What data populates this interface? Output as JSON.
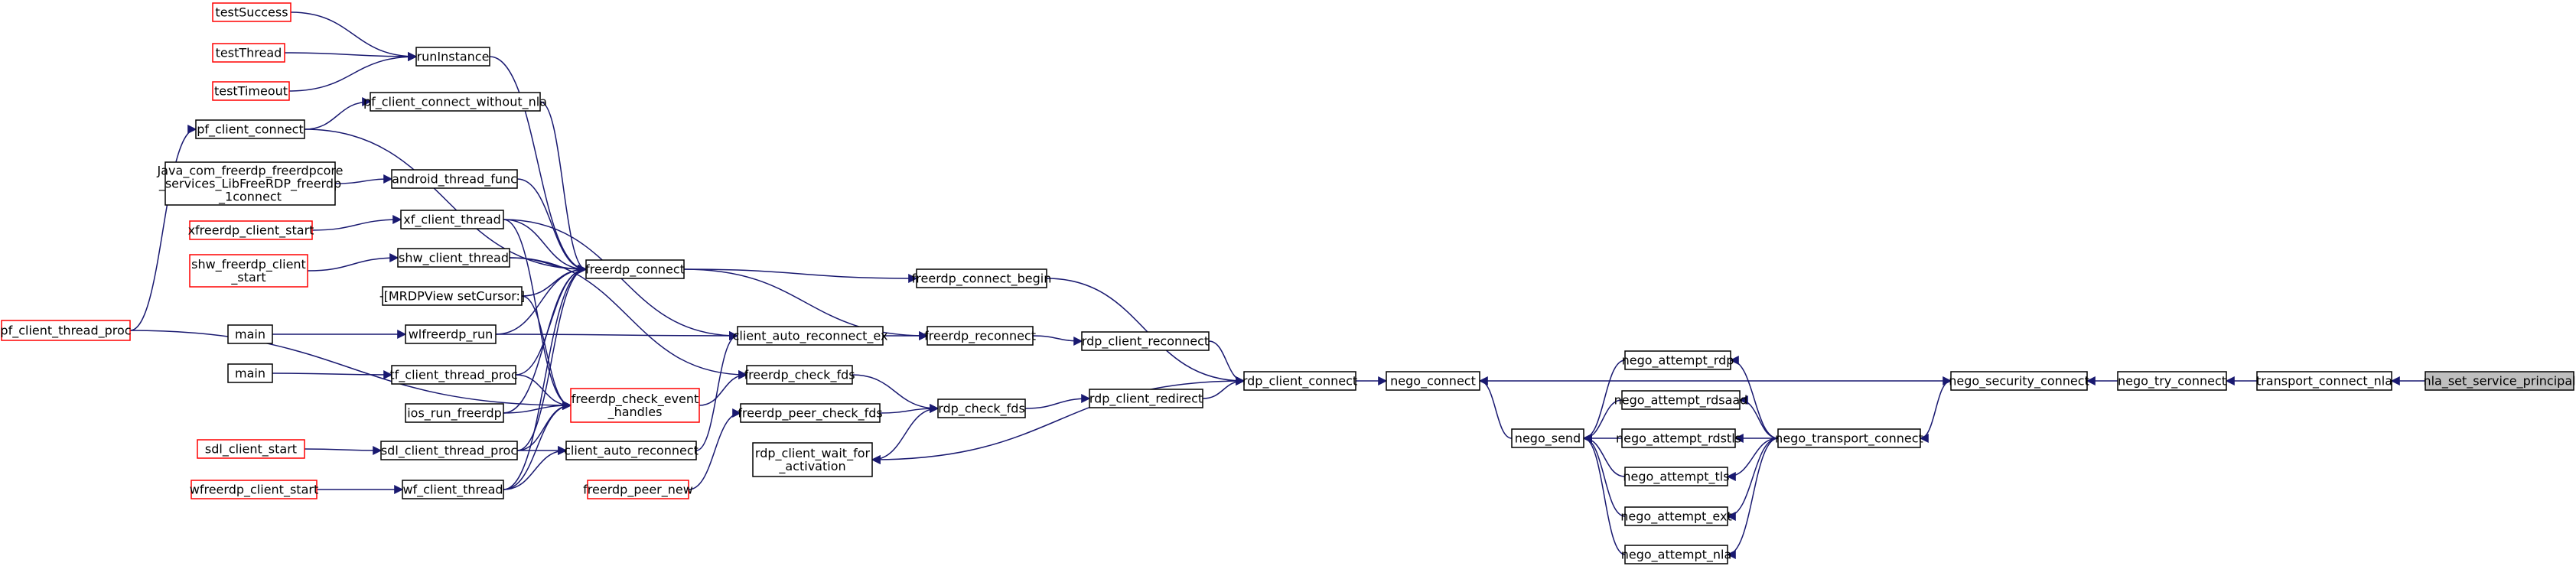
{
  "diagram": {
    "nodes": [
      {
        "id": "testSuccess",
        "lines": [
          "testSuccess"
        ],
        "style": "red"
      },
      {
        "id": "testThread",
        "lines": [
          "testThread"
        ],
        "style": "red"
      },
      {
        "id": "testTimeout",
        "lines": [
          "testTimeout"
        ],
        "style": "red"
      },
      {
        "id": "pf_client_connect",
        "lines": [
          "pf_client_connect"
        ],
        "style": "normal"
      },
      {
        "id": "java_connect",
        "lines": [
          "Java_com_freerdp_freerdpcore",
          "_services_LibFreeRDP_freerdp",
          "_1connect"
        ],
        "style": "normal"
      },
      {
        "id": "xfreerdp_client_start",
        "lines": [
          "xfreerdp_client_start"
        ],
        "style": "red"
      },
      {
        "id": "shw_freerdp_client_start",
        "lines": [
          "shw_freerdp_client",
          "_start"
        ],
        "style": "red"
      },
      {
        "id": "main1",
        "lines": [
          "main"
        ],
        "style": "normal"
      },
      {
        "id": "main2",
        "lines": [
          "main"
        ],
        "style": "normal"
      },
      {
        "id": "sdl_client_start",
        "lines": [
          "sdl_client_start"
        ],
        "style": "red"
      },
      {
        "id": "wfreerdp_client_start",
        "lines": [
          "wfreerdp_client_start"
        ],
        "style": "red"
      },
      {
        "id": "pf_client_thread_proc",
        "lines": [
          "pf_client_thread_proc"
        ],
        "style": "red"
      },
      {
        "id": "runInstance",
        "lines": [
          "runInstance"
        ],
        "style": "normal"
      },
      {
        "id": "pf_client_connect_without_nla",
        "lines": [
          "pf_client_connect_without_nla"
        ],
        "style": "normal"
      },
      {
        "id": "android_thread_func",
        "lines": [
          "android_thread_func"
        ],
        "style": "normal"
      },
      {
        "id": "xf_client_thread",
        "lines": [
          "xf_client_thread"
        ],
        "style": "normal"
      },
      {
        "id": "shw_client_thread",
        "lines": [
          "shw_client_thread"
        ],
        "style": "normal"
      },
      {
        "id": "mrdpview",
        "lines": [
          "-[MRDPView setCursor:]"
        ],
        "style": "normal"
      },
      {
        "id": "wlfreerdp_run",
        "lines": [
          "wlfreerdp_run"
        ],
        "style": "normal"
      },
      {
        "id": "tf_client_thread_proc",
        "lines": [
          "tf_client_thread_proc"
        ],
        "style": "normal"
      },
      {
        "id": "ios_run_freerdp",
        "lines": [
          "ios_run_freerdp"
        ],
        "style": "normal"
      },
      {
        "id": "sdl_client_thread_proc",
        "lines": [
          "sdl_client_thread_proc"
        ],
        "style": "normal"
      },
      {
        "id": "wf_client_thread",
        "lines": [
          "wf_client_thread"
        ],
        "style": "normal"
      },
      {
        "id": "freerdp_connect",
        "lines": [
          "freerdp_connect"
        ],
        "style": "normal"
      },
      {
        "id": "freerdp_check_event_handles",
        "lines": [
          "freerdp_check_event",
          "_handles"
        ],
        "style": "red"
      },
      {
        "id": "client_auto_reconnect_ex",
        "lines": [
          "client_auto_reconnect_ex"
        ],
        "style": "normal"
      },
      {
        "id": "freerdp_check_fds",
        "lines": [
          "freerdp_check_fds"
        ],
        "style": "normal"
      },
      {
        "id": "freerdp_peer_check_fds",
        "lines": [
          "freerdp_peer_check_fds"
        ],
        "style": "normal"
      },
      {
        "id": "client_auto_reconnect",
        "lines": [
          "client_auto_reconnect"
        ],
        "style": "normal"
      },
      {
        "id": "freerdp_peer_new",
        "lines": [
          "freerdp_peer_new"
        ],
        "style": "red"
      },
      {
        "id": "freerdp_connect_begin",
        "lines": [
          "freerdp_connect_begin"
        ],
        "style": "normal"
      },
      {
        "id": "freerdp_reconnect",
        "lines": [
          "freerdp_reconnect"
        ],
        "style": "normal"
      },
      {
        "id": "rdp_check_fds",
        "lines": [
          "rdp_check_fds"
        ],
        "style": "normal"
      },
      {
        "id": "rdp_client_wait_for_activation",
        "lines": [
          "rdp_client_wait_for",
          "_activation"
        ],
        "style": "normal"
      },
      {
        "id": "rdp_client_reconnect",
        "lines": [
          "rdp_client_reconnect"
        ],
        "style": "normal"
      },
      {
        "id": "rdp_client_redirect",
        "lines": [
          "rdp_client_redirect"
        ],
        "style": "normal"
      },
      {
        "id": "rdp_client_connect",
        "lines": [
          "rdp_client_connect"
        ],
        "style": "normal"
      },
      {
        "id": "nego_connect",
        "lines": [
          "nego_connect"
        ],
        "style": "normal"
      },
      {
        "id": "nego_send",
        "lines": [
          "nego_send"
        ],
        "style": "normal"
      },
      {
        "id": "nego_attempt_rdp",
        "lines": [
          "nego_attempt_rdp"
        ],
        "style": "normal"
      },
      {
        "id": "nego_attempt_rdsaad",
        "lines": [
          "nego_attempt_rdsaad"
        ],
        "style": "normal"
      },
      {
        "id": "nego_attempt_rdstls",
        "lines": [
          "nego_attempt_rdstls"
        ],
        "style": "normal"
      },
      {
        "id": "nego_attempt_tls",
        "lines": [
          "nego_attempt_tls"
        ],
        "style": "normal"
      },
      {
        "id": "nego_attempt_ext",
        "lines": [
          "nego_attempt_ext"
        ],
        "style": "normal"
      },
      {
        "id": "nego_attempt_nla",
        "lines": [
          "nego_attempt_nla"
        ],
        "style": "normal"
      },
      {
        "id": "nego_transport_connect",
        "lines": [
          "nego_transport_connect"
        ],
        "style": "normal"
      },
      {
        "id": "nego_security_connect",
        "lines": [
          "nego_security_connect"
        ],
        "style": "normal"
      },
      {
        "id": "nego_try_connect",
        "lines": [
          "nego_try_connect"
        ],
        "style": "normal"
      },
      {
        "id": "transport_connect_nla",
        "lines": [
          "transport_connect_nla"
        ],
        "style": "normal"
      },
      {
        "id": "nla_set_service_principal",
        "lines": [
          "nla_set_service_principal"
        ],
        "style": "current"
      }
    ],
    "edges": [
      [
        "testSuccess",
        "runInstance"
      ],
      [
        "testThread",
        "runInstance"
      ],
      [
        "testTimeout",
        "runInstance"
      ],
      [
        "pf_client_connect",
        "pf_client_connect_without_nla"
      ],
      [
        "pf_client_connect",
        "freerdp_connect"
      ],
      [
        "java_connect",
        "android_thread_func"
      ],
      [
        "xfreerdp_client_start",
        "xf_client_thread"
      ],
      [
        "shw_freerdp_client_start",
        "shw_client_thread"
      ],
      [
        "main1",
        "wlfreerdp_run"
      ],
      [
        "main2",
        "tf_client_thread_proc"
      ],
      [
        "sdl_client_start",
        "sdl_client_thread_proc"
      ],
      [
        "wfreerdp_client_start",
        "wf_client_thread"
      ],
      [
        "pf_client_thread_proc",
        "pf_client_connect"
      ],
      [
        "pf_client_thread_proc",
        "freerdp_check_event_handles"
      ],
      [
        "runInstance",
        "freerdp_connect"
      ],
      [
        "pf_client_connect_without_nla",
        "freerdp_connect"
      ],
      [
        "android_thread_func",
        "freerdp_connect"
      ],
      [
        "xf_client_thread",
        "freerdp_connect"
      ],
      [
        "xf_client_thread",
        "freerdp_check_event_handles"
      ],
      [
        "xf_client_thread",
        "client_auto_reconnect_ex"
      ],
      [
        "shw_client_thread",
        "freerdp_connect"
      ],
      [
        "shw_client_thread",
        "freerdp_check_fds"
      ],
      [
        "mrdpview",
        "freerdp_connect"
      ],
      [
        "mrdpview",
        "freerdp_check_event_handles"
      ],
      [
        "wlfreerdp_run",
        "freerdp_connect"
      ],
      [
        "wlfreerdp_run",
        "client_auto_reconnect_ex"
      ],
      [
        "tf_client_thread_proc",
        "freerdp_connect"
      ],
      [
        "tf_client_thread_proc",
        "freerdp_check_event_handles"
      ],
      [
        "ios_run_freerdp",
        "freerdp_connect"
      ],
      [
        "ios_run_freerdp",
        "freerdp_check_event_handles"
      ],
      [
        "sdl_client_thread_proc",
        "freerdp_connect"
      ],
      [
        "sdl_client_thread_proc",
        "freerdp_check_event_handles"
      ],
      [
        "sdl_client_thread_proc",
        "client_auto_reconnect"
      ],
      [
        "wf_client_thread",
        "freerdp_connect"
      ],
      [
        "wf_client_thread",
        "freerdp_check_event_handles"
      ],
      [
        "wf_client_thread",
        "client_auto_reconnect"
      ],
      [
        "freerdp_connect",
        "freerdp_connect_begin"
      ],
      [
        "freerdp_connect",
        "freerdp_reconnect"
      ],
      [
        "freerdp_check_event_handles",
        "freerdp_check_fds"
      ],
      [
        "client_auto_reconnect",
        "client_auto_reconnect_ex"
      ],
      [
        "client_auto_reconnect_ex",
        "freerdp_reconnect"
      ],
      [
        "freerdp_check_fds",
        "rdp_check_fds"
      ],
      [
        "freerdp_peer_check_fds",
        "rdp_check_fds"
      ],
      [
        "freerdp_peer_new",
        "freerdp_peer_check_fds"
      ],
      [
        "freerdp_connect_begin",
        "rdp_client_connect"
      ],
      [
        "freerdp_reconnect",
        "rdp_client_reconnect"
      ],
      [
        "rdp_check_fds",
        "rdp_client_redirect"
      ],
      [
        "rdp_check_fds",
        "rdp_client_wait_for_activation"
      ],
      [
        "rdp_client_reconnect",
        "rdp_client_connect"
      ],
      [
        "rdp_client_redirect",
        "rdp_client_connect"
      ],
      [
        "rdp_client_connect",
        "rdp_client_wait_for_activation"
      ],
      [
        "rdp_client_connect",
        "nego_connect"
      ],
      [
        "nego_connect",
        "nego_security_connect"
      ],
      [
        "nego_send",
        "nego_connect"
      ],
      [
        "nego_attempt_rdp",
        "nego_send"
      ],
      [
        "nego_attempt_rdsaad",
        "nego_send"
      ],
      [
        "nego_attempt_rdstls",
        "nego_send"
      ],
      [
        "nego_attempt_tls",
        "nego_send"
      ],
      [
        "nego_attempt_ext",
        "nego_send"
      ],
      [
        "nego_attempt_nla",
        "nego_send"
      ],
      [
        "nego_transport_connect",
        "nego_attempt_rdp"
      ],
      [
        "nego_transport_connect",
        "nego_attempt_rdsaad"
      ],
      [
        "nego_transport_connect",
        "nego_attempt_rdstls"
      ],
      [
        "nego_transport_connect",
        "nego_attempt_tls"
      ],
      [
        "nego_transport_connect",
        "nego_attempt_ext"
      ],
      [
        "nego_transport_connect",
        "nego_attempt_nla"
      ],
      [
        "nego_security_connect",
        "nego_transport_connect"
      ],
      [
        "nego_try_connect",
        "nego_security_connect"
      ],
      [
        "transport_connect_nla",
        "nego_try_connect"
      ],
      [
        "nla_set_service_principal",
        "transport_connect_nla"
      ]
    ]
  }
}
